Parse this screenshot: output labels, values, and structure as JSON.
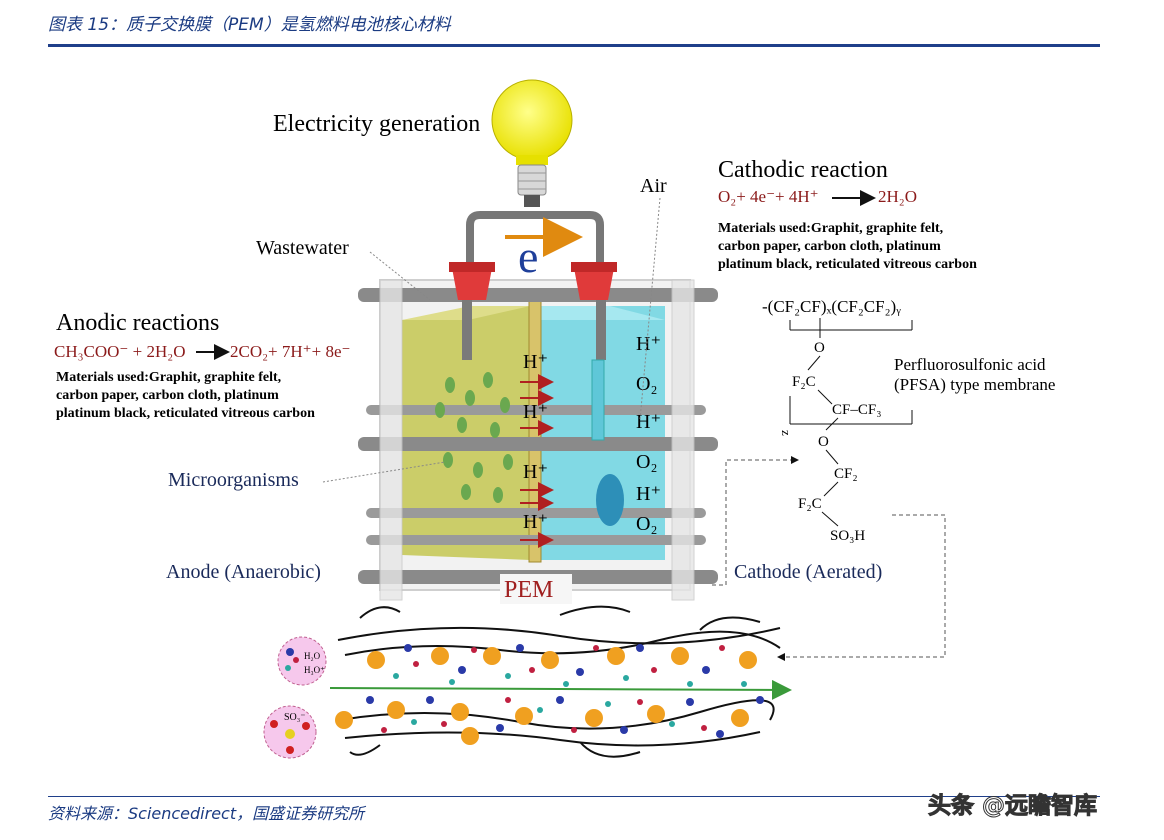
{
  "header": {
    "title": "图表 15：质子交换膜（PEM）是氢燃料电池核心材料"
  },
  "footer": {
    "source": "资料来源：Sciencedirect，国盛证券研究所",
    "watermark": "头条 @远瞻智库"
  },
  "diagram": {
    "electricity_label": "Electricity generation",
    "electron_symbol": "e",
    "wastewater_label": "Wastewater",
    "air_label": "Air",
    "microorganisms_label": "Microorganisms",
    "anode_label": "Anode (Anaerobic)",
    "cathode_label": "Cathode (Aerated)",
    "pem_label": "PEM",
    "anodic": {
      "title": "Anodic reactions",
      "equation_lhs": "CH₃COO⁻ + 2H₂O",
      "equation_rhs": "2CO₂+ 7H⁺+ 8e⁻",
      "materials": [
        "Materials used:Graphit, graphite felt,",
        "carbon paper, carbon cloth, platinum",
        "platinum black, reticulated vitreous carbon"
      ]
    },
    "cathodic": {
      "title": "Cathodic reaction",
      "equation_lhs": "O₂+ 4e⁻+ 4H⁺",
      "equation_rhs": "2H₂O",
      "materials": [
        "Materials used:Graphit, graphite felt,",
        "carbon paper, carbon cloth, platinum",
        "platinum black, reticulated vitreous carbon"
      ]
    },
    "ions_left": [
      "H⁺",
      "H⁺",
      "H⁺",
      "H⁺"
    ],
    "ions_right": [
      "H⁺",
      "O₂",
      "H⁺",
      "O₂",
      "H⁺",
      "O₂"
    ],
    "pfsa": {
      "backbone": "-(CF₂CF)ₓ(CF₂CF₂)ᵧ",
      "o1": "O",
      "f2c1": "F₂C",
      "cfcf3": "CF–CF₃",
      "z": "z",
      "o2": "O",
      "cf2": "CF₂",
      "f2c2": "F₂C",
      "so3h": "SO₃H",
      "name_line1": "Perfluorosulfonic acid",
      "name_line2": "(PFSA) type membrane"
    },
    "legend_molecules": [
      "H₂O",
      "H₃O⁺"
    ],
    "legend_sulfonate": "SO₃⁻"
  },
  "colors": {
    "header_blue": "#1f3f8a",
    "anode_yellow": "#c8c85a",
    "cathode_cyan": "#6fd3df",
    "reaction_red": "#8b1a1a"
  }
}
